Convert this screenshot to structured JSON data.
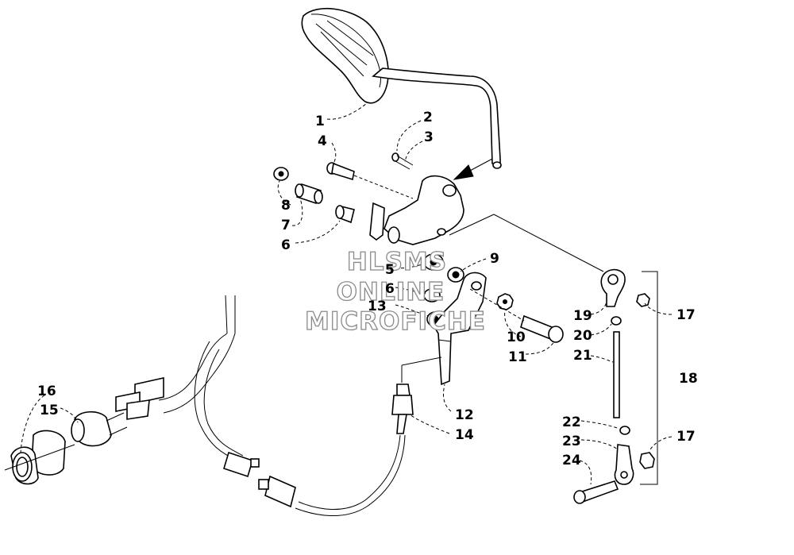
{
  "watermark": [
    "HLSMS",
    "ONLINE",
    "MICROFICHE"
  ],
  "callouts": [
    {
      "id": "c1",
      "text": "1"
    },
    {
      "id": "c2",
      "text": "2"
    },
    {
      "id": "c3",
      "text": "3"
    },
    {
      "id": "c4",
      "text": "4"
    },
    {
      "id": "c8",
      "text": "8"
    },
    {
      "id": "c7",
      "text": "7"
    },
    {
      "id": "c6a",
      "text": "6"
    },
    {
      "id": "c5",
      "text": "5"
    },
    {
      "id": "c6b",
      "text": "6"
    },
    {
      "id": "c13",
      "text": "13"
    },
    {
      "id": "c9",
      "text": "9"
    },
    {
      "id": "c10",
      "text": "10"
    },
    {
      "id": "c11",
      "text": "11"
    },
    {
      "id": "c12",
      "text": "12"
    },
    {
      "id": "c14",
      "text": "14"
    },
    {
      "id": "c16",
      "text": "16"
    },
    {
      "id": "c15",
      "text": "15"
    },
    {
      "id": "c17a",
      "text": "17"
    },
    {
      "id": "c18",
      "text": "18"
    },
    {
      "id": "c19",
      "text": "19"
    },
    {
      "id": "c20",
      "text": "20"
    },
    {
      "id": "c21",
      "text": "21"
    },
    {
      "id": "c22",
      "text": "22"
    },
    {
      "id": "c23",
      "text": "23"
    },
    {
      "id": "c24",
      "text": "24"
    },
    {
      "id": "c17b",
      "text": "17"
    }
  ]
}
